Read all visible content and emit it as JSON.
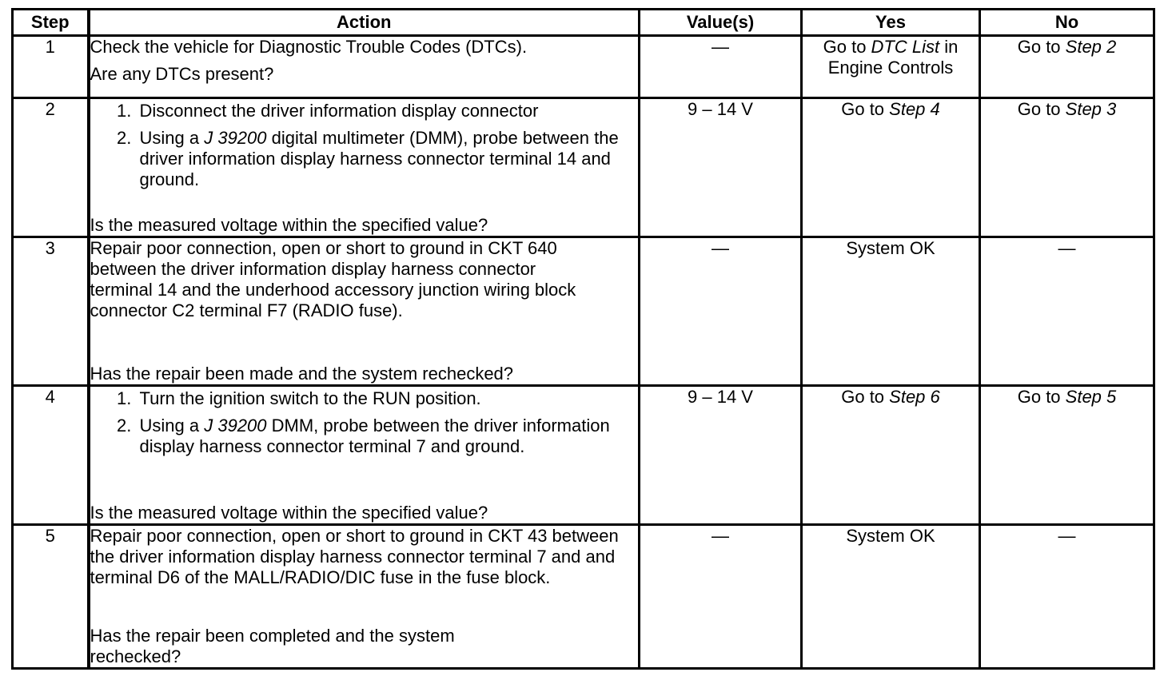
{
  "headers": {
    "step": "Step",
    "action": "Action",
    "values": "Value(s)",
    "yes": "Yes",
    "no": "No"
  },
  "rows": [
    {
      "step": "1",
      "action_lines": [
        "Check the vehicle for Diagnostic Trouble Codes (DTCs).",
        "Are any DTCs present?"
      ],
      "value": "—",
      "yes": {
        "pre": "Go to ",
        "ref": "DTC List",
        "post": " in",
        "line2": "Engine Controls"
      },
      "no": {
        "pre": "Go to ",
        "ref": "Step 2"
      }
    },
    {
      "step": "2",
      "substeps": [
        {
          "text": "Disconnect the driver information display connector"
        },
        {
          "pre": "Using a ",
          "ref": "J 39200",
          "post": " digital multimeter (DMM), probe between the driver information display harness connector terminal 14 and ground."
        }
      ],
      "question": "Is the measured voltage within the specified value?",
      "value": "9 – 14 V",
      "yes": {
        "pre": "Go to ",
        "ref": "Step 4"
      },
      "no": {
        "pre": "Go to ",
        "ref": "Step 3"
      }
    },
    {
      "step": "3",
      "action_text": "Repair poor connection, open or short to ground in CKT 640 between the driver information display harness connector terminal 14 and the underhood accessory junction wiring block connector C2 terminal F7 (RADIO fuse).",
      "question": "Has the repair been made and the system rechecked?",
      "value": "—",
      "yes": {
        "text": "System OK"
      },
      "no": {
        "text": "—"
      }
    },
    {
      "step": "4",
      "substeps": [
        {
          "text": "Turn the ignition switch to the RUN position."
        },
        {
          "pre": "Using a ",
          "ref": "J 39200",
          "post": " DMM, probe between the driver information display harness connector terminal 7 and ground."
        }
      ],
      "question": "Is the measured voltage within the specified value?",
      "value": "9 – 14 V",
      "yes": {
        "pre": "Go to ",
        "ref": "Step 6"
      },
      "no": {
        "pre": "Go to ",
        "ref": "Step 5"
      }
    },
    {
      "step": "5",
      "action_text": "Repair poor connection, open or short to ground in CKT 43 between the driver information display harness connector terminal 7 and and terminal D6 of the MALL/RADIO/DIC fuse in the fuse block.",
      "question": "Has the repair been completed and the system rechecked?",
      "value": "—",
      "yes": {
        "text": "System OK"
      },
      "no": {
        "text": "—"
      }
    }
  ]
}
